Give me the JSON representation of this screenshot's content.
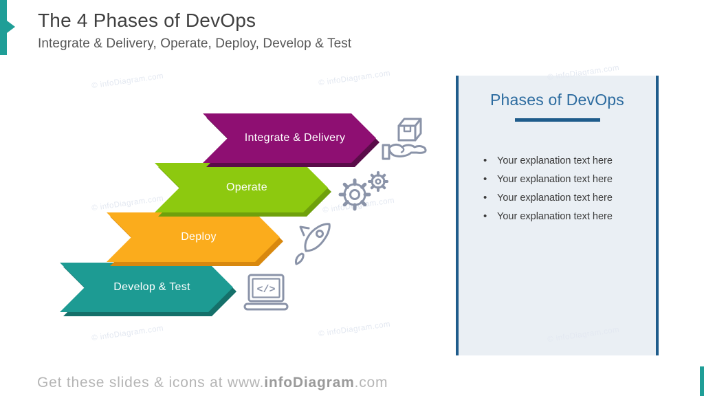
{
  "slide": {
    "title": "The 4 Phases of DevOps",
    "subtitle": "Integrate & Delivery, Operate, Deploy, Develop & Test"
  },
  "phases": [
    {
      "label": "Integrate & Delivery",
      "color": "#8E0F72",
      "shadow_color": "#5A0C49",
      "icon": "package-hand"
    },
    {
      "label": "Operate",
      "color": "#8DC90F",
      "shadow_color": "#6FA00C",
      "icon": "gears"
    },
    {
      "label": "Deploy",
      "color": "#FBAC1C",
      "shadow_color": "#D8880E",
      "icon": "rocket"
    },
    {
      "label": "Develop & Test",
      "color": "#1D9B93",
      "shadow_color": "#15706A",
      "icon": "laptop-code"
    }
  ],
  "panel": {
    "title": "Phases of DevOps",
    "bullets": [
      "Your explanation text here",
      "Your explanation text here",
      "Your explanation text here",
      "Your explanation text here"
    ]
  },
  "icons": {
    "laptop_glyph": "</>"
  },
  "watermark": {
    "text": "© infoDiagram.com"
  },
  "footer": {
    "prefix": "Get these slides & icons at www.",
    "brand": "infoDiagram",
    "suffix": ".com"
  },
  "colors": {
    "accent_teal": "#1F9E97",
    "title_text": "#3F3F3F",
    "subtitle_text": "#575757",
    "panel_bg": "#EAEFF4",
    "panel_border": "#1F5C8B",
    "panel_title": "#2C6B9F",
    "bullet_text": "#3A3A3A",
    "icon": "#8A93A8",
    "watermark": "#E3E8F1",
    "footer_text": "#B5B5B5",
    "footer_brand": "#9A9A9A"
  }
}
